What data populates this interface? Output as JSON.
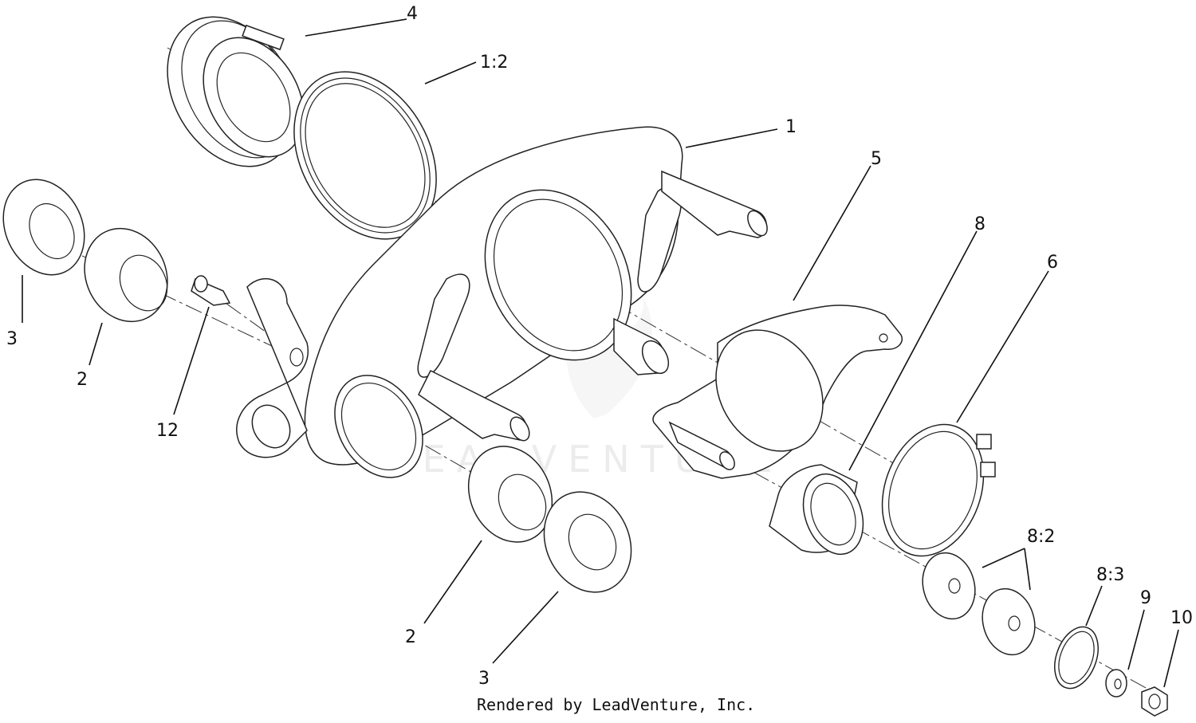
{
  "watermark": {
    "text": "LEADVENTURE"
  },
  "callouts": [
    {
      "id": "c-4",
      "text": "4"
    },
    {
      "id": "c-1-2",
      "text": "1:2"
    },
    {
      "id": "c-1",
      "text": "1"
    },
    {
      "id": "c-5",
      "text": "5"
    },
    {
      "id": "c-8",
      "text": "8"
    },
    {
      "id": "c-6",
      "text": "6"
    },
    {
      "id": "c-3a",
      "text": "3"
    },
    {
      "id": "c-2a",
      "text": "2"
    },
    {
      "id": "c-12",
      "text": "12"
    },
    {
      "id": "c-8-2",
      "text": "8:2"
    },
    {
      "id": "c-8-3",
      "text": "8:3"
    },
    {
      "id": "c-9",
      "text": "9"
    },
    {
      "id": "c-10",
      "text": "10"
    },
    {
      "id": "c-2b",
      "text": "2"
    },
    {
      "id": "c-3b",
      "text": "3"
    }
  ],
  "footer": {
    "credit": "Rendered by LeadVenture, Inc."
  }
}
